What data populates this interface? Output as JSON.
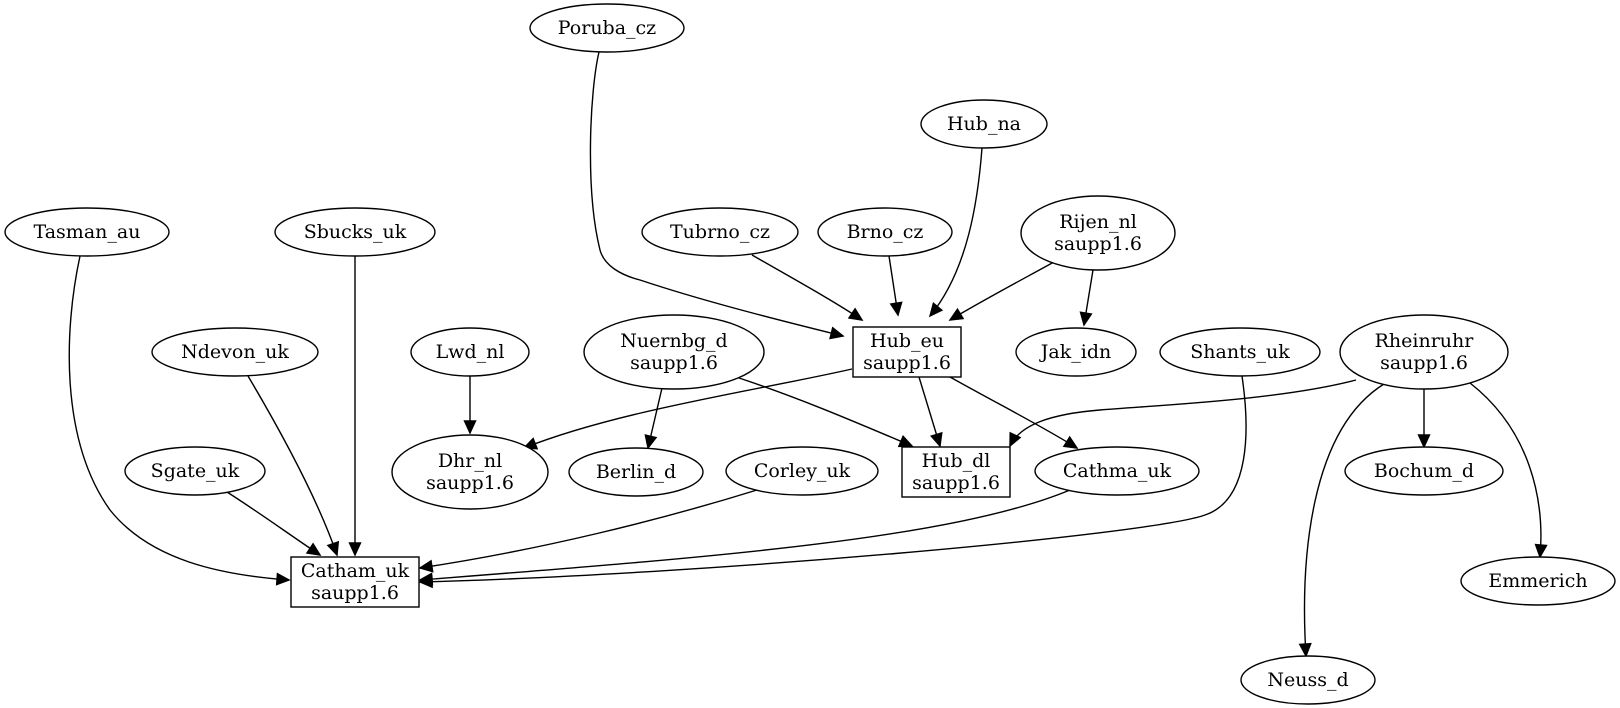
{
  "graph": {
    "nodes": [
      {
        "id": "poruba",
        "lines": [
          "Poruba_cz"
        ],
        "shape": "ellipse"
      },
      {
        "id": "hubna",
        "lines": [
          "Hub_na"
        ],
        "shape": "ellipse"
      },
      {
        "id": "tasman",
        "lines": [
          "Tasman_au"
        ],
        "shape": "ellipse"
      },
      {
        "id": "sbucks",
        "lines": [
          "Sbucks_uk"
        ],
        "shape": "ellipse"
      },
      {
        "id": "tubrno",
        "lines": [
          "Tubrno_cz"
        ],
        "shape": "ellipse"
      },
      {
        "id": "brno",
        "lines": [
          "Brno_cz"
        ],
        "shape": "ellipse"
      },
      {
        "id": "rijen",
        "lines": [
          "Rijen_nl",
          "saupp1.6"
        ],
        "shape": "ellipse"
      },
      {
        "id": "ndevon",
        "lines": [
          "Ndevon_uk"
        ],
        "shape": "ellipse"
      },
      {
        "id": "lwd",
        "lines": [
          "Lwd_nl"
        ],
        "shape": "ellipse"
      },
      {
        "id": "nuernbg",
        "lines": [
          "Nuernbg_d",
          "saupp1.6"
        ],
        "shape": "ellipse"
      },
      {
        "id": "hubeu",
        "lines": [
          "Hub_eu",
          "saupp1.6"
        ],
        "shape": "box"
      },
      {
        "id": "jak",
        "lines": [
          "Jak_idn"
        ],
        "shape": "ellipse"
      },
      {
        "id": "shants",
        "lines": [
          "Shants_uk"
        ],
        "shape": "ellipse"
      },
      {
        "id": "rheinruhr",
        "lines": [
          "Rheinruhr",
          "saupp1.6"
        ],
        "shape": "ellipse"
      },
      {
        "id": "sgate",
        "lines": [
          "Sgate_uk"
        ],
        "shape": "ellipse"
      },
      {
        "id": "dhr",
        "lines": [
          "Dhr_nl",
          "saupp1.6"
        ],
        "shape": "ellipse"
      },
      {
        "id": "berlin",
        "lines": [
          "Berlin_d"
        ],
        "shape": "ellipse"
      },
      {
        "id": "corley",
        "lines": [
          "Corley_uk"
        ],
        "shape": "ellipse"
      },
      {
        "id": "hubdl",
        "lines": [
          "Hub_dl",
          "saupp1.6"
        ],
        "shape": "box"
      },
      {
        "id": "cathma",
        "lines": [
          "Cathma_uk"
        ],
        "shape": "ellipse"
      },
      {
        "id": "bochum",
        "lines": [
          "Bochum_d"
        ],
        "shape": "ellipse"
      },
      {
        "id": "catham",
        "lines": [
          "Catham_uk",
          "saupp1.6"
        ],
        "shape": "box"
      },
      {
        "id": "emmerich",
        "lines": [
          "Emmerich"
        ],
        "shape": "ellipse"
      },
      {
        "id": "neuss",
        "lines": [
          "Neuss_d"
        ],
        "shape": "ellipse"
      }
    ],
    "edges": [
      {
        "from": "poruba",
        "to": "hubeu"
      },
      {
        "from": "hubna",
        "to": "hubeu"
      },
      {
        "from": "tubrno",
        "to": "hubeu"
      },
      {
        "from": "brno",
        "to": "hubeu"
      },
      {
        "from": "rijen",
        "to": "hubeu"
      },
      {
        "from": "rijen",
        "to": "jak"
      },
      {
        "from": "tasman",
        "to": "catham"
      },
      {
        "from": "sbucks",
        "to": "catham"
      },
      {
        "from": "ndevon",
        "to": "catham"
      },
      {
        "from": "sgate",
        "to": "catham"
      },
      {
        "from": "corley",
        "to": "catham"
      },
      {
        "from": "cathma",
        "to": "catham"
      },
      {
        "from": "shants",
        "to": "catham"
      },
      {
        "from": "lwd",
        "to": "dhr"
      },
      {
        "from": "hubeu",
        "to": "dhr"
      },
      {
        "from": "nuernbg",
        "to": "berlin"
      },
      {
        "from": "nuernbg",
        "to": "hubdl"
      },
      {
        "from": "hubeu",
        "to": "hubdl"
      },
      {
        "from": "hubeu",
        "to": "cathma"
      },
      {
        "from": "rheinruhr",
        "to": "hubdl"
      },
      {
        "from": "rheinruhr",
        "to": "bochum"
      },
      {
        "from": "rheinruhr",
        "to": "emmerich"
      },
      {
        "from": "rheinruhr",
        "to": "neuss"
      }
    ]
  }
}
